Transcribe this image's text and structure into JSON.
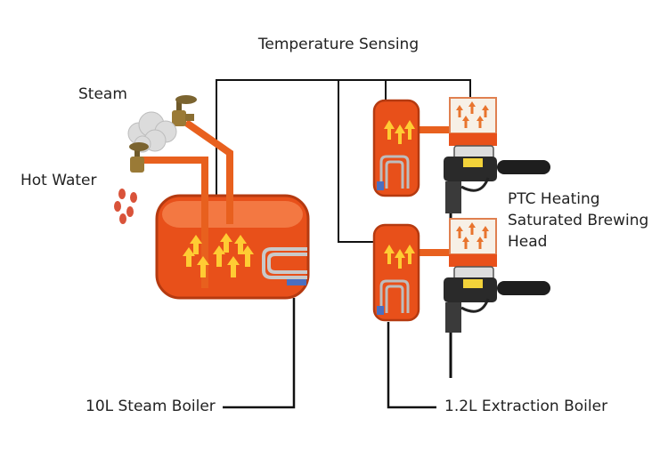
{
  "labels": {
    "temperature_sensing": "Temperature Sensing",
    "steam": "Steam",
    "hot_water": "Hot Water",
    "ptc_line1": "PTC Heating",
    "ptc_line2": "Saturated Brewing",
    "ptc_line3": "Head",
    "steam_boiler": "10L Steam Boiler",
    "extraction_boiler": "1.2L Extraction Boiler"
  },
  "colors": {
    "boiler_fill": "#e8501a",
    "boiler_edge": "#b53a10",
    "boiler_top": "#f47f4a",
    "arrow": "#ffcc33",
    "pipe": "#e8601e",
    "line": "#111111",
    "steam_cloud": "#dcdcdc",
    "water_drop": "#d9533a",
    "valve": "#9a7a36",
    "head_top": "#f7f0e6",
    "coil": "#b9b9b9",
    "plate": "#4a6fc0"
  }
}
